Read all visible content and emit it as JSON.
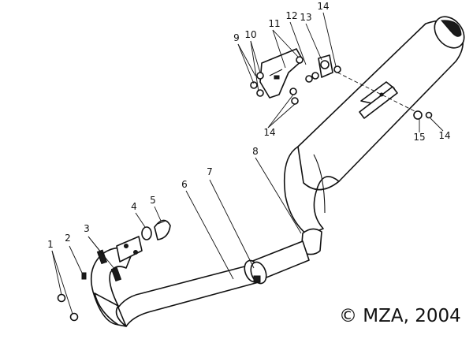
{
  "copyright": "© MZA, 2004",
  "callouts": [
    "1",
    "2",
    "3",
    "4",
    "5",
    "6",
    "7",
    "8",
    "9",
    "10",
    "11",
    "12",
    "13",
    "14",
    "14",
    "14",
    "15"
  ]
}
